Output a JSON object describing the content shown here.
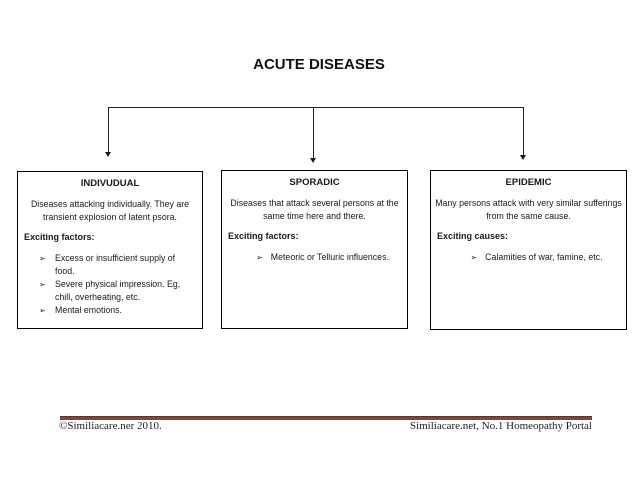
{
  "title": "ACUTE DISEASES",
  "bullet_glyph": "➢",
  "boxes": [
    {
      "header": "INDIVUDUAL",
      "description": "Diseases attacking individually. They are transient explosion of latent psora.",
      "label": "Exciting factors:",
      "bullets": [
        "Excess or insufficient supply of food.",
        "Severe physical impression. Eg, chill, overheating, etc.",
        "Mental emotions."
      ]
    },
    {
      "header": "SPORADIC",
      "description": "Diseases that attack several persons at the same time here and there.",
      "label": "Exciting factors:",
      "bullets": [
        "Meteoric or Telluric influences."
      ]
    },
    {
      "header": "EPIDEMIC",
      "description": "Many persons attack with very similar sufferings from the same cause.",
      "label": "Exciting causes:",
      "bullets": [
        "Calamities of war, famine, etc."
      ]
    }
  ],
  "footer": {
    "left": "©Similiacare.ner 2010.",
    "right": "Similiacare.net, No.1 Homeopathy Portal",
    "rule_color": "#7d473d"
  },
  "colors": {
    "text": "#1a1a1a",
    "border": "#000000",
    "background": "#ffffff"
  }
}
